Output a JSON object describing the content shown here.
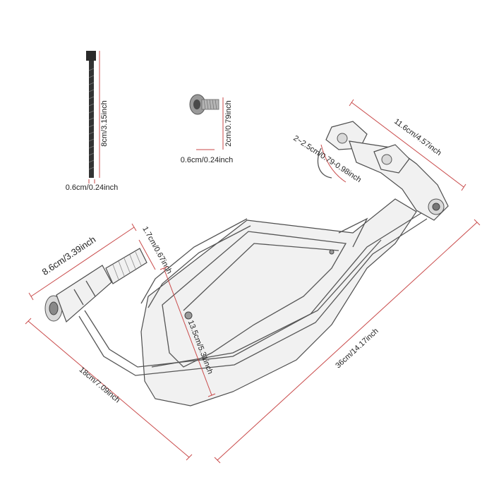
{
  "colors": {
    "dimension_line": "#c94a4a",
    "label_text": "#222222",
    "part_outline": "#555555",
    "background": "#ffffff"
  },
  "parts": {
    "long_bolt": {
      "icon": "long-bolt-icon"
    },
    "short_screw": {
      "icon": "button-head-screw-icon"
    },
    "handguard": {
      "icon": "handguard-icon"
    },
    "mount_clamp": {
      "icon": "adjustable-clamp-icon"
    },
    "bar_end": {
      "icon": "bar-end-plug-icon"
    }
  },
  "dimensions": {
    "bolt_length": "8cm/3.15inch",
    "bolt_diameter": "0.6cm/0.24inch",
    "screw_length": "2cm/0.79inch",
    "screw_diameter": "0.6cm/0.24inch",
    "clamp_width": "11.6cm/4.57inch",
    "clamp_range": "2~2.5cm/0.79-0.98inch",
    "bar_end_length": "8.6cm/3.39inch",
    "bar_end_diameter": "1.7cm/0.67inch",
    "guard_height": "13.5cm/5.31inch",
    "guard_depth": "18cm/7.09inch",
    "guard_length": "36cm/14.17inch"
  }
}
